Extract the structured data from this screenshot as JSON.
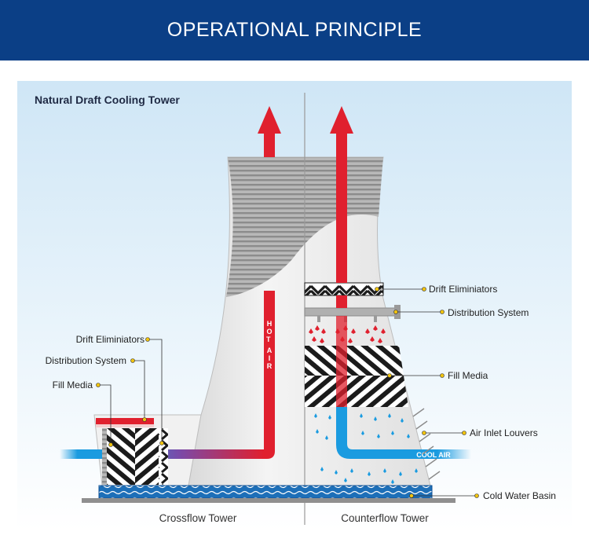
{
  "header": {
    "title": "OPERATIONAL PRINCIPLE"
  },
  "diagram": {
    "title": "Natural Draft Cooling Tower",
    "hot_air_label": "HOT AIR",
    "cool_air_label": "COOL AIR",
    "crossflow": {
      "caption": "Crossflow Tower",
      "callouts": [
        "Drift Eliminiators",
        "Distribution System",
        "Fill Media"
      ]
    },
    "counterflow": {
      "caption": "Counterflow Tower",
      "callouts": [
        "Drift Eliminiators",
        "Distribution System",
        "Fill Media",
        "Air Inlet Louvers",
        "Cold Water Basin"
      ]
    },
    "colors": {
      "banner": "#0b3f86",
      "hot_air": "#e0202e",
      "cool_air": "#1a9be0",
      "tower_shell": "#ececec",
      "louvers": "#9a9a9a"
    }
  }
}
